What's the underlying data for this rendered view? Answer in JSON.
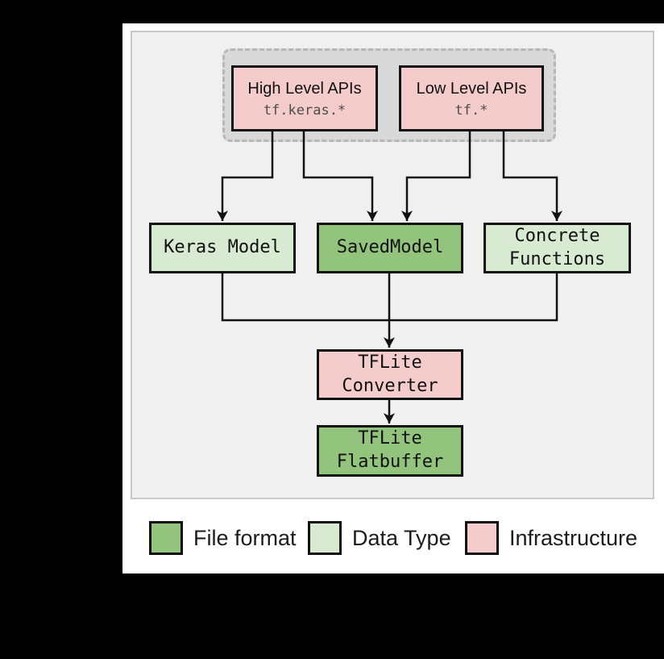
{
  "diagram": {
    "api_group": {
      "high_level": {
        "title": "High Level APIs",
        "subtitle": "tf.keras.*"
      },
      "low_level": {
        "title": "Low Level APIs",
        "subtitle": "tf.*"
      }
    },
    "nodes": {
      "keras_model": {
        "label": "Keras Model",
        "type": "data_type"
      },
      "saved_model": {
        "label": "SavedModel",
        "type": "file_format"
      },
      "concrete_functions": {
        "label": "Concrete Functions",
        "type": "data_type"
      },
      "tflite_converter": {
        "label": "TFLite Converter",
        "type": "infrastructure"
      },
      "tflite_flatbuffer": {
        "label": "TFLite Flatbuffer",
        "type": "file_format"
      }
    },
    "edges": [
      {
        "from": "high_level_apis",
        "to": "keras_model"
      },
      {
        "from": "high_level_apis",
        "to": "saved_model"
      },
      {
        "from": "low_level_apis",
        "to": "saved_model"
      },
      {
        "from": "low_level_apis",
        "to": "concrete_functions"
      },
      {
        "from": "keras_model",
        "to": "tflite_converter"
      },
      {
        "from": "saved_model",
        "to": "tflite_converter"
      },
      {
        "from": "concrete_functions",
        "to": "tflite_converter"
      },
      {
        "from": "tflite_converter",
        "to": "tflite_flatbuffer"
      }
    ],
    "colors": {
      "file_format": "#93c47d",
      "data_type": "#d9ead3",
      "infrastructure": "#f4cccc",
      "api_container_fill": "#d9d9d9",
      "api_container_dash": "#b7b7b7",
      "panel_fill": "#f0f0f0",
      "panel_border": "#c9c9c9",
      "outline": "#111111",
      "page_background": "#ffffff",
      "outer_background": "#000000"
    }
  },
  "legend": {
    "items": [
      {
        "label": "File format",
        "color": "#93c47d"
      },
      {
        "label": "Data Type",
        "color": "#d9ead3"
      },
      {
        "label": "Infrastructure",
        "color": "#f4cccc"
      }
    ]
  }
}
